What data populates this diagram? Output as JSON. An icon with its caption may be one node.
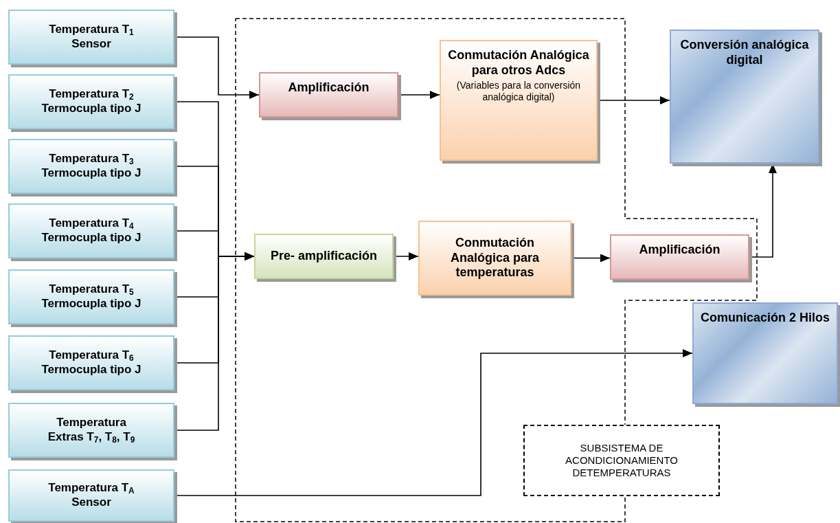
{
  "diagram": {
    "nodes": [
      {
        "text": [
          "Temperatura  T$_{1}$",
          "Sensor"
        ]
      },
      {
        "text": [
          "Temperatura  T$_{2}$",
          "Termocupla tipo J"
        ]
      },
      {
        "text": [
          "Temperatura  T$_{3}$",
          "Termocupla tipo J"
        ]
      },
      {
        "text": [
          "Temperatura  T$_{4}$",
          "Termocupla tipo J"
        ]
      },
      {
        "text": [
          "Temperatura  T$_{5}$",
          "Termocupla tipo J"
        ]
      },
      {
        "text": [
          "Temperatura  T$_{6}$",
          "Termocupla tipo J"
        ]
      },
      {
        "text": [
          "Temperatura",
          "Extras T$_{7}$, T$_{8}$, T$_{9}$"
        ]
      },
      {
        "text": [
          "Temperatura  T$_{A}$",
          "Sensor"
        ]
      },
      {
        "text": [
          "Amplificación"
        ]
      },
      {
        "text": [
          "Conmutación Analógica para otros Adcs",
          "(Variables para la conversión analógica digital)"
        ]
      },
      {
        "text": [
          "Conversión analógica digital"
        ]
      },
      {
        "text": [
          "Pre- amplificación"
        ]
      },
      {
        "text": [
          "Conmutación Analógica para temperaturas"
        ]
      },
      {
        "text": [
          "Amplificación"
        ]
      },
      {
        "text": [
          "Comunicación 2 Hilos"
        ]
      },
      {
        "text": [
          "SUBSISTEMA DE ACONDICIONAMIENTO DETEMPERATURAS"
        ]
      }
    ],
    "edges": [
      {
        "from": 0,
        "to": 8,
        "arrow": "to"
      },
      {
        "from": 1,
        "to": 11,
        "arrow": "to"
      },
      {
        "from": 2,
        "to": 11,
        "arrow": "to"
      },
      {
        "from": 3,
        "to": 11,
        "arrow": "to"
      },
      {
        "from": 4,
        "to": 11,
        "arrow": "to"
      },
      {
        "from": 5,
        "to": 11,
        "arrow": "to"
      },
      {
        "from": 6,
        "to": 11,
        "arrow": "to"
      },
      {
        "from": 8,
        "to": 9,
        "arrow": "to"
      },
      {
        "from": 9,
        "to": 10,
        "arrow": "to"
      },
      {
        "from": 11,
        "to": 12,
        "arrow": "to"
      },
      {
        "from": 12,
        "to": 13,
        "arrow": "to"
      },
      {
        "from": 13,
        "to": 10,
        "arrow": "to"
      },
      {
        "from": 7,
        "to": 14,
        "arrow": "to"
      }
    ]
  }
}
